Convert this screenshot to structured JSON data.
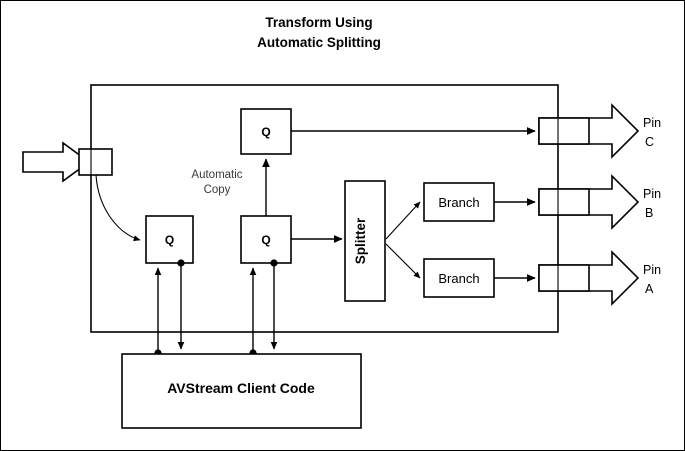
{
  "title": {
    "line1": "Transform Using",
    "line2": "Automatic Splitting"
  },
  "diagram": {
    "note_label": {
      "line1": "Automatic",
      "line2": "Copy"
    },
    "queues": [
      {
        "id": "queue-top",
        "label": "Q"
      },
      {
        "id": "queue-left",
        "label": "Q"
      },
      {
        "id": "queue-middle",
        "label": "Q"
      }
    ],
    "splitter": {
      "label": "Splitter"
    },
    "branches": [
      {
        "id": "branch-upper",
        "label": "Branch"
      },
      {
        "id": "branch-lower",
        "label": "Branch"
      }
    ],
    "client_code": {
      "label": "AVStream Client Code"
    },
    "output_pins": [
      {
        "id": "pin-c",
        "line1": "Pin",
        "line2": "C"
      },
      {
        "id": "pin-b",
        "line1": "Pin",
        "line2": "B"
      },
      {
        "id": "pin-a",
        "line1": "Pin",
        "line2": "A"
      }
    ],
    "input_pin": {
      "label": ""
    }
  },
  "colors": {
    "stroke": "#000000",
    "fill": "#ffffff",
    "note": "#3a3a3a",
    "background": "#ffffff"
  }
}
